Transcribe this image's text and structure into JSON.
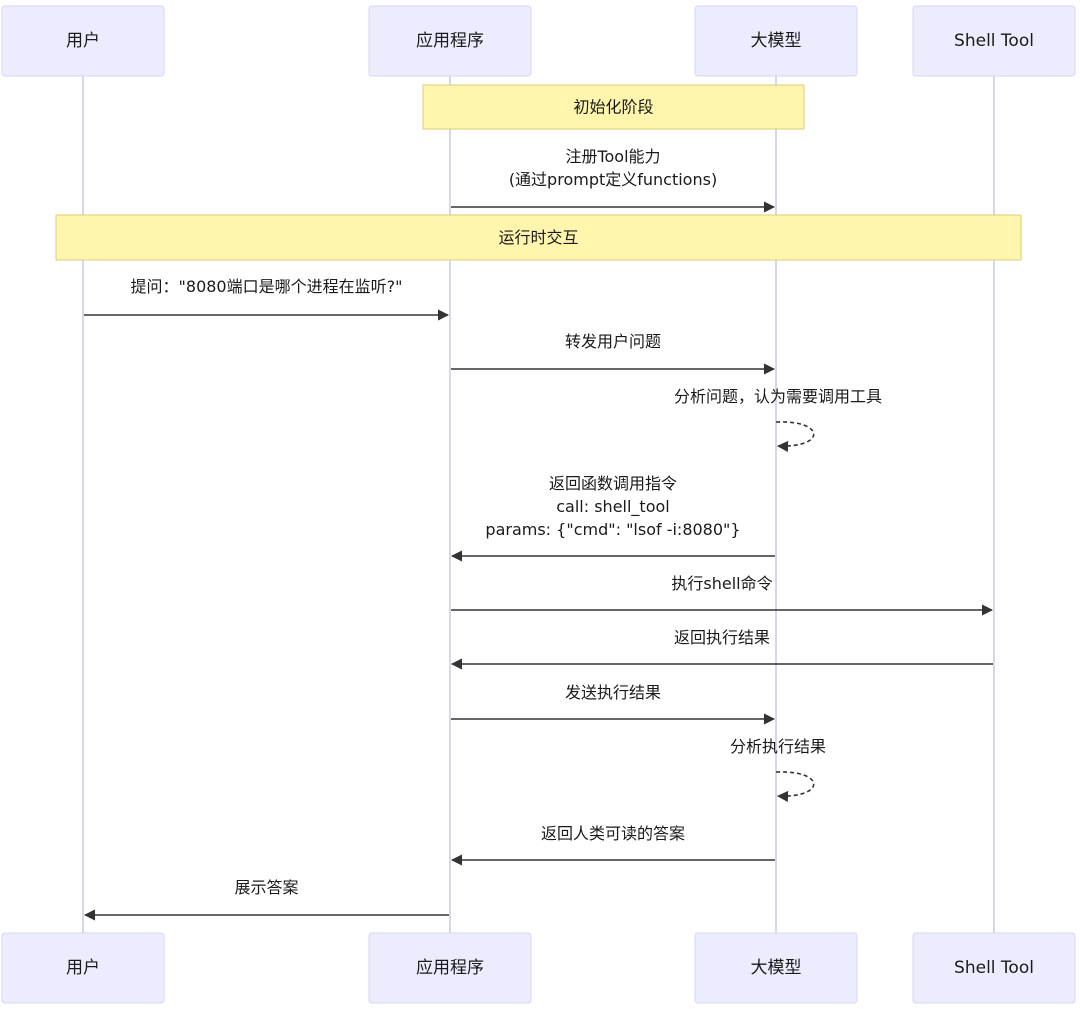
{
  "participants": [
    {
      "id": "user",
      "label": "用户"
    },
    {
      "id": "app",
      "label": "应用程序"
    },
    {
      "id": "llm",
      "label": "大模型"
    },
    {
      "id": "shell",
      "label": "Shell Tool"
    }
  ],
  "notes": [
    {
      "text": "初始化阶段",
      "over": [
        "app",
        "llm"
      ]
    },
    {
      "text": "运行时交互",
      "over": [
        "user",
        "shell"
      ]
    }
  ],
  "messages": [
    {
      "from": "app",
      "to": "llm",
      "lines": [
        "注册Tool能力",
        "(通过prompt定义functions)"
      ]
    },
    {
      "from": "user",
      "to": "app",
      "lines": [
        "提问：\"8080端口是哪个进程在监听?\""
      ]
    },
    {
      "from": "app",
      "to": "llm",
      "lines": [
        "转发用户问题"
      ]
    },
    {
      "from": "llm",
      "to": "llm",
      "lines": [
        "分析问题，认为需要调用工具"
      ]
    },
    {
      "from": "llm",
      "to": "app",
      "lines": [
        "返回函数调用指令",
        "call: shell_tool",
        "params: {\"cmd\": \"lsof -i:8080\"}"
      ]
    },
    {
      "from": "app",
      "to": "shell",
      "lines": [
        "执行shell命令"
      ]
    },
    {
      "from": "shell",
      "to": "app",
      "lines": [
        "返回执行结果"
      ]
    },
    {
      "from": "app",
      "to": "llm",
      "lines": [
        "发送执行结果"
      ]
    },
    {
      "from": "llm",
      "to": "llm",
      "lines": [
        "分析执行结果"
      ]
    },
    {
      "from": "llm",
      "to": "app",
      "lines": [
        "返回人类可读的答案"
      ]
    },
    {
      "from": "app",
      "to": "user",
      "lines": [
        "展示答案"
      ]
    }
  ]
}
